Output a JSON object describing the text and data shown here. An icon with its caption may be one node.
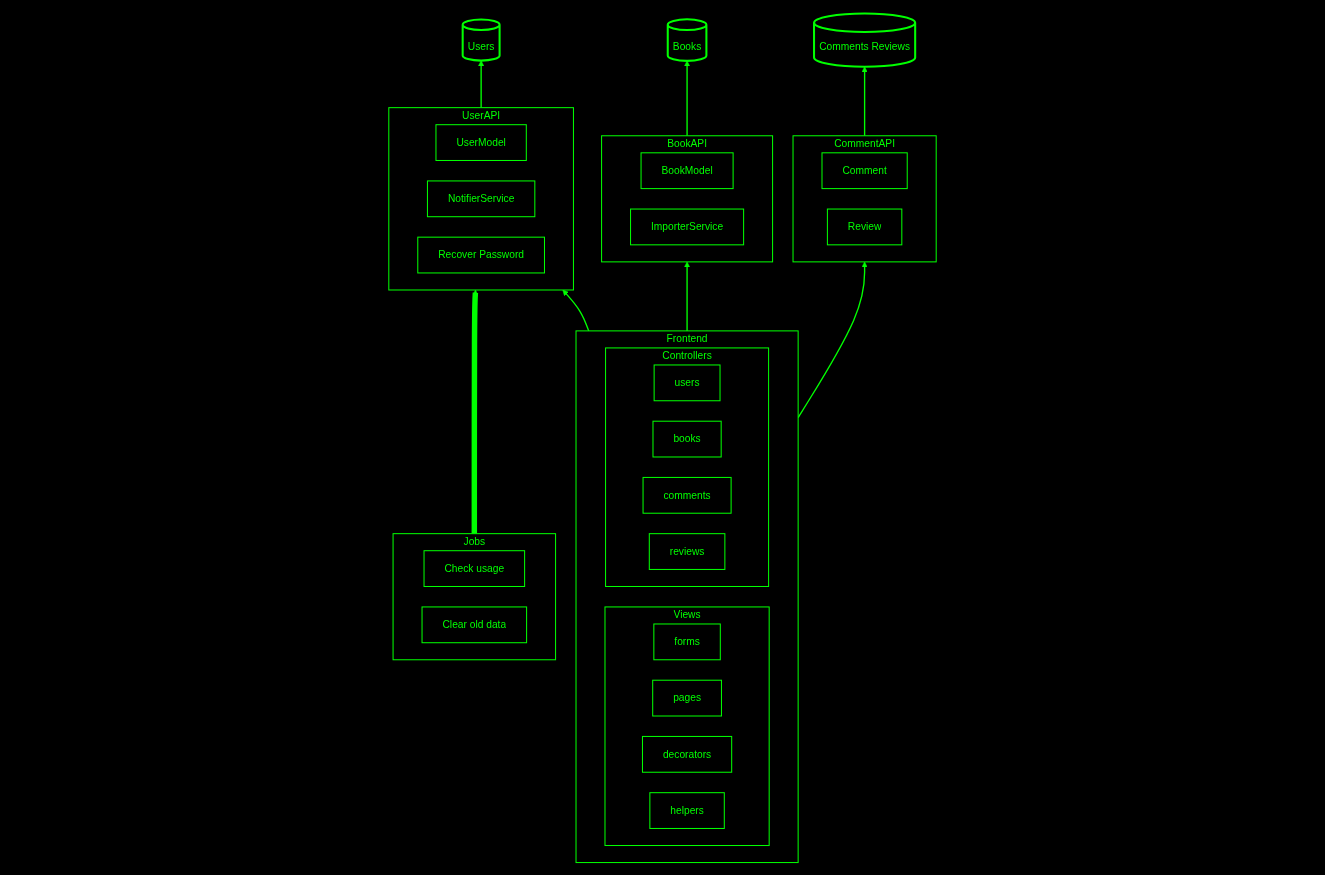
{
  "diagram": {
    "nodes": [
      {
        "text": [
          "Users"
        ]
      },
      {
        "text": [
          "Books"
        ]
      },
      {
        "text": [
          "Comments Reviews"
        ]
      },
      {
        "text": [
          "UserAPI"
        ]
      },
      {
        "text": [
          "UserModel"
        ],
        "in": 3
      },
      {
        "text": [
          "NotifierService"
        ],
        "in": 3
      },
      {
        "text": [
          "Recover Password"
        ],
        "in": 3
      },
      {
        "text": [
          "BookAPI"
        ]
      },
      {
        "text": [
          "BookModel"
        ],
        "in": 7
      },
      {
        "text": [
          "ImporterService"
        ],
        "in": 7
      },
      {
        "text": [
          "CommentAPI"
        ]
      },
      {
        "text": [
          "Comment"
        ],
        "in": 10
      },
      {
        "text": [
          "Review"
        ],
        "in": 10
      },
      {
        "text": [
          "Jobs"
        ]
      },
      {
        "text": [
          "Check usage"
        ],
        "in": 13
      },
      {
        "text": [
          "Clear old data"
        ],
        "in": 13
      },
      {
        "text": [
          "Frontend"
        ]
      },
      {
        "text": [
          "Views"
        ],
        "in": 16
      },
      {
        "text": [
          "forms"
        ],
        "in": 17
      },
      {
        "text": [
          "pages"
        ],
        "in": 17
      },
      {
        "text": [
          "decorators"
        ],
        "in": 17
      },
      {
        "text": [
          "helpers"
        ],
        "in": 17
      },
      {
        "text": [
          "Controllers"
        ],
        "in": 16
      },
      {
        "text": [
          "users"
        ],
        "in": 22
      },
      {
        "text": [
          "books"
        ],
        "in": 22
      },
      {
        "text": [
          "comments"
        ],
        "in": 22
      },
      {
        "text": [
          "reviews"
        ],
        "in": 22
      }
    ],
    "edges": [
      {
        "from": 3,
        "to": 0,
        "arrow": "to"
      },
      {
        "from": 7,
        "to": 1,
        "arrow": "to"
      },
      {
        "from": 10,
        "to": 2,
        "arrow": "to"
      },
      {
        "from": 13,
        "to": 3,
        "arrow": "to",
        "style": "thick"
      },
      {
        "from": 16,
        "to": 3,
        "arrow": "to"
      },
      {
        "from": 16,
        "to": 7,
        "arrow": "to"
      },
      {
        "from": 16,
        "to": 10,
        "arrow": "to"
      }
    ]
  }
}
